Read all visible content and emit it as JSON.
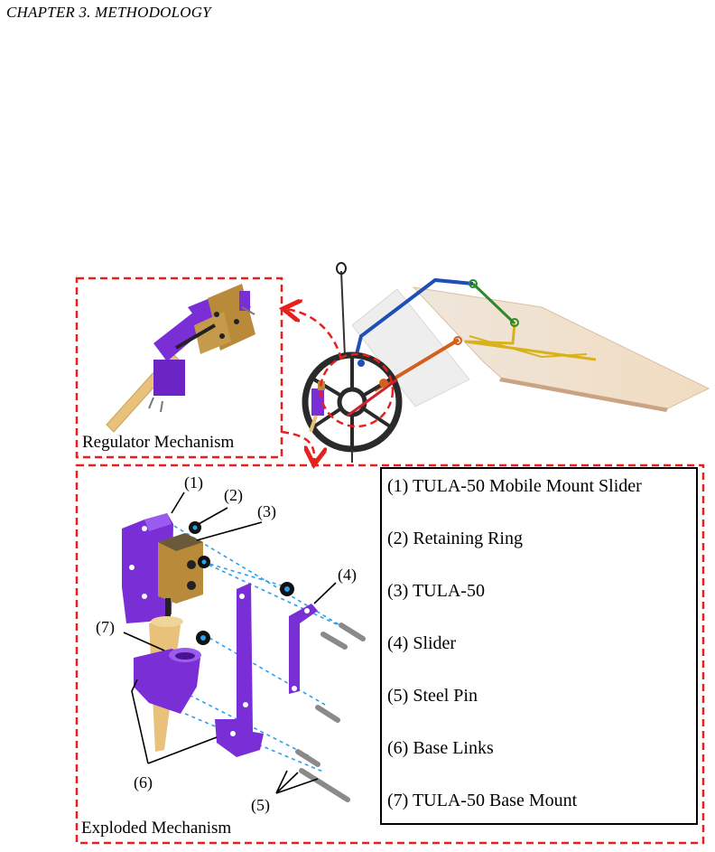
{
  "header": {
    "text": "CHAPTER 3.  METHODOLOGY"
  },
  "figure": {
    "regulator_label": "Regulator Mechanism",
    "exploded_label": "Exploded Mechanism",
    "callouts": [
      "(1)",
      "(2)",
      "(3)",
      "(4)",
      "(5)",
      "(6)",
      "(7)"
    ],
    "legend": [
      "(1) TULA-50 Mobile Mount Slider",
      "(2) Retaining Ring",
      "(3) TULA-50",
      "(4) Slider",
      "(5) Steel Pin",
      "(6) Base Links",
      "(7) TULA-50 Base Mount"
    ]
  },
  "colors": {
    "dash_red": "#e8201c",
    "part_purple": "#7a2ed6",
    "part_tan": "#e8c27a",
    "actuator_brown": "#b88a3a",
    "pin_gray": "#8a8a8a",
    "guide_blue": "#2aa0ee",
    "link_blue": "#1f4fb5",
    "link_green": "#2e8a28",
    "link_orange": "#d2601e",
    "link_yellow": "#d8b11c"
  }
}
